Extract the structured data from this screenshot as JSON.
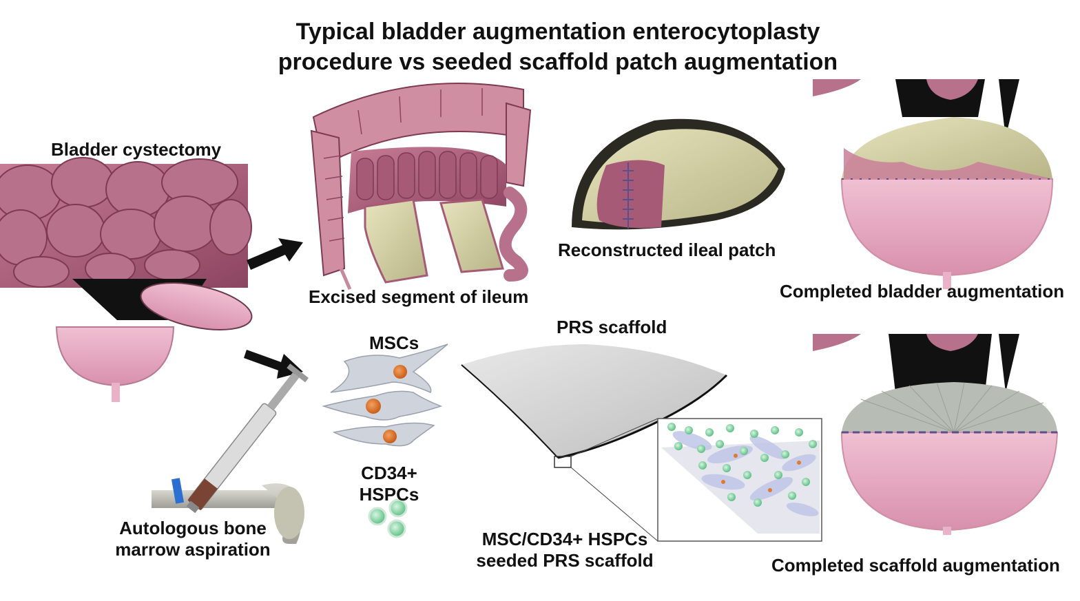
{
  "title": {
    "line1": "Typical bladder augmentation enterocytoplasty",
    "line2": "procedure vs seeded scaffold patch augmentation"
  },
  "labels": {
    "bladder_cystectomy": "Bladder cystectomy",
    "excised_segment": "Excised segment of ileum",
    "reconstructed_patch": "Reconstructed ileal patch",
    "completed_bladder": "Completed bladder augmentation",
    "mscs": "MSCs",
    "cd34_line1": "CD34+",
    "cd34_line2": "HSPCs",
    "prs_scaffold": "PRS scaffold",
    "seeded_line1": "MSC/CD34+ HSPCs",
    "seeded_line2": "seeded PRS scaffold",
    "bone_marrow_line1": "Autologous bone",
    "bone_marrow_line2": "marrow aspiration",
    "completed_scaffold": "Completed scaffold augmentation"
  },
  "colors": {
    "bowel": "#b46a82",
    "bowel_dark": "#7d3a52",
    "bladder": "#e3a6bd",
    "mucosa": "#d8d2a4",
    "scaffold": "#cfcfcf",
    "cell": "#cfd3dc",
    "nucleus": "#e07a2c",
    "hspc": "#8fd6a8",
    "suture": "#5a4f8a"
  }
}
